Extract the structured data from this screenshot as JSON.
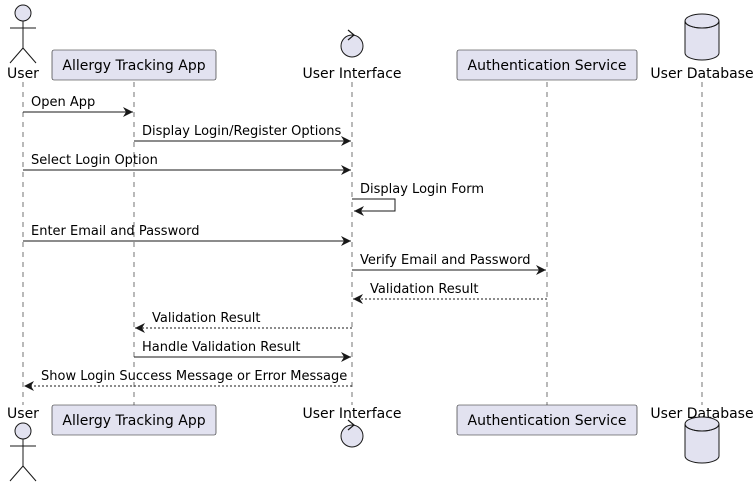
{
  "participants": [
    {
      "id": "user",
      "label": "User",
      "kind": "actor"
    },
    {
      "id": "app",
      "label": "Allergy Tracking App",
      "kind": "box"
    },
    {
      "id": "ui",
      "label": "User Interface",
      "kind": "control"
    },
    {
      "id": "auth",
      "label": "Authentication Service",
      "kind": "box"
    },
    {
      "id": "db",
      "label": "User Database",
      "kind": "database"
    }
  ],
  "messages": [
    {
      "from": "user",
      "to": "app",
      "label": "Open App",
      "style": "solid"
    },
    {
      "from": "app",
      "to": "ui",
      "label": "Display Login/Register Options",
      "style": "solid"
    },
    {
      "from": "user",
      "to": "ui",
      "label": "Select Login Option",
      "style": "solid"
    },
    {
      "from": "ui",
      "to": "ui",
      "label": "Display Login Form",
      "style": "solid"
    },
    {
      "from": "user",
      "to": "ui",
      "label": "Enter Email and Password",
      "style": "solid"
    },
    {
      "from": "ui",
      "to": "auth",
      "label": "Verify Email and Password",
      "style": "solid"
    },
    {
      "from": "auth",
      "to": "ui",
      "label": "Validation Result",
      "style": "dashed"
    },
    {
      "from": "ui",
      "to": "app",
      "label": "Validation Result",
      "style": "dashed"
    },
    {
      "from": "app",
      "to": "ui",
      "label": "Handle Validation Result",
      "style": "solid"
    },
    {
      "from": "ui",
      "to": "user",
      "label": "Show Login Success Message or Error Message",
      "style": "dashed"
    }
  ]
}
